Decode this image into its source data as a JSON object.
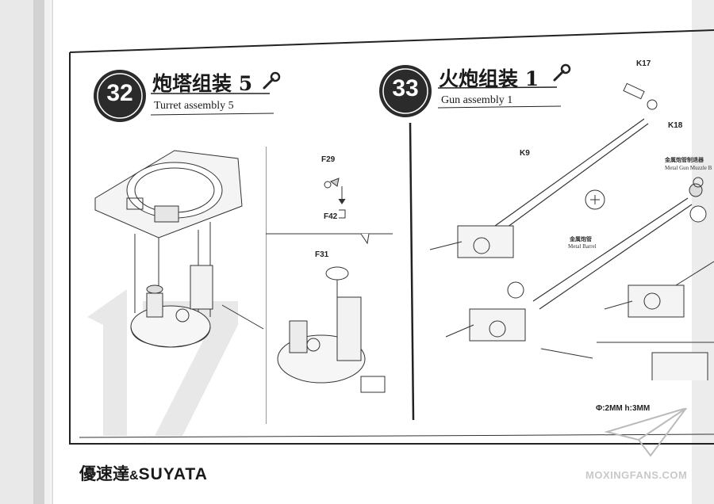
{
  "step32": {
    "number": "32",
    "title_cn": "炮塔组装 5",
    "title_en": "Turret assembly 5",
    "parts": {
      "p1": "F29",
      "p2": "F42",
      "p3": "F31"
    }
  },
  "step33": {
    "number": "33",
    "title_cn": "火炮组装 1",
    "title_en": "Gun assembly 1",
    "parts": {
      "p1": "K17",
      "p2": "K18",
      "p3": "K9"
    },
    "muzzle_cn": "金属炮管制退器",
    "muzzle_en": "Metal Gun Muzzle B",
    "barrel_cn": "金属炮管",
    "barrel_en": "Metal Barrel",
    "drill_spec": "Φ:2MM h:3MM"
  },
  "brand": {
    "cn": "優速達",
    "amp": "&",
    "en": "SUYATA"
  },
  "watermark": "MOXINGFANS.COM",
  "colors": {
    "ink": "#1a1a1a",
    "badge": "#2b2b2b",
    "page_number": "#e6e6e6"
  }
}
